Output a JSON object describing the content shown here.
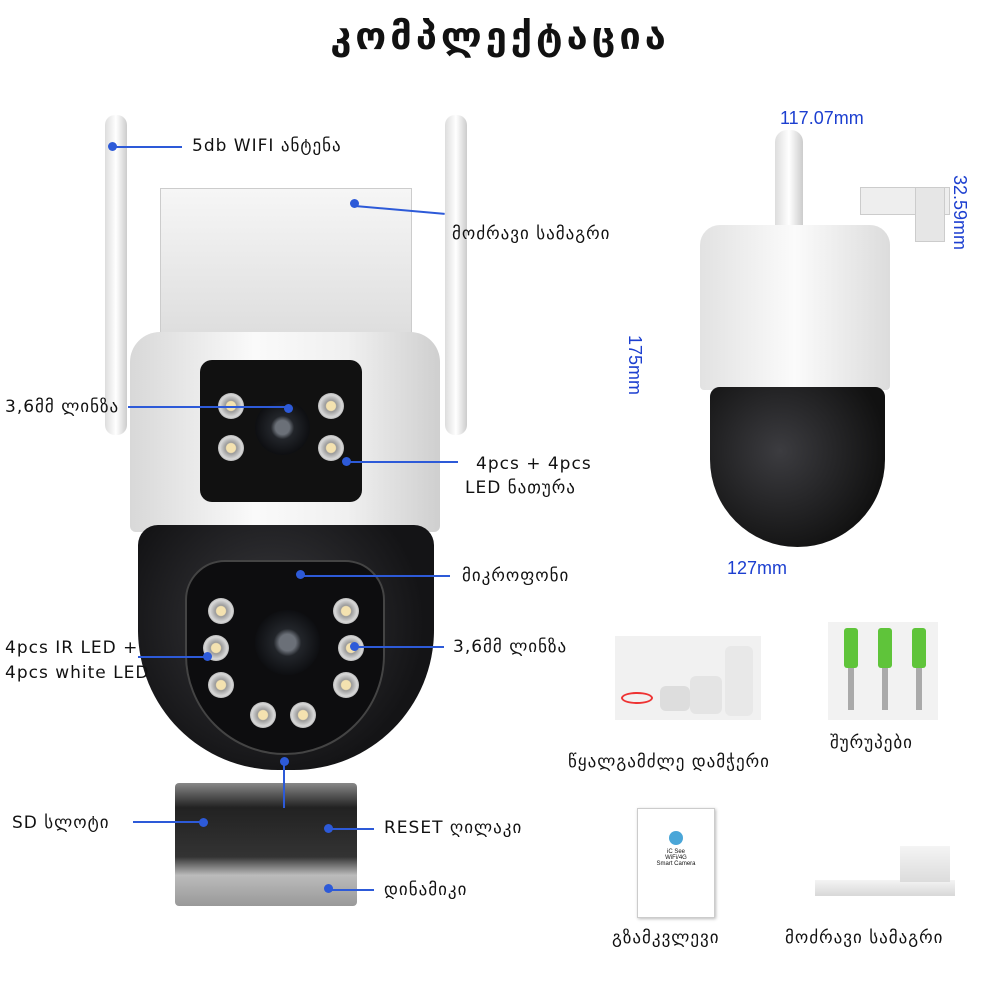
{
  "title": "კომპლექტაცია",
  "labels": {
    "antenna": "5db WIFI ანტენა",
    "bracket": "მოძრავი სამაგრი",
    "lens_top": "3,6მმ ლინზა",
    "led_line1": "4pcs + 4pcs",
    "led_line2": "LED ნათურა",
    "microphone": "მიკროფონი",
    "ir_line1": "4pcs IR LED +",
    "ir_line2": "4pcs white LED",
    "lens_bottom": "3,6მმ ლინზა",
    "sd_slot": "SD სლოტი",
    "reset": "RESET ღილაკი",
    "speaker": "დინამიკი"
  },
  "dimensions": {
    "width_top": "117.07mm",
    "depth": "32.59mm",
    "height": "175mm",
    "width_bottom": "127mm"
  },
  "accessories": [
    {
      "label": "წყალგამძლე დამჭერი"
    },
    {
      "label": "შურუპები"
    },
    {
      "label": "გზამკვლევი",
      "manual_text": [
        "iC See",
        "WiFi/4G",
        "Smart Camera"
      ]
    },
    {
      "label": "მოძრავი სამაგრი"
    }
  ],
  "colors": {
    "annotation": "#2d5ad8",
    "dimension": "#1c3fd0"
  }
}
